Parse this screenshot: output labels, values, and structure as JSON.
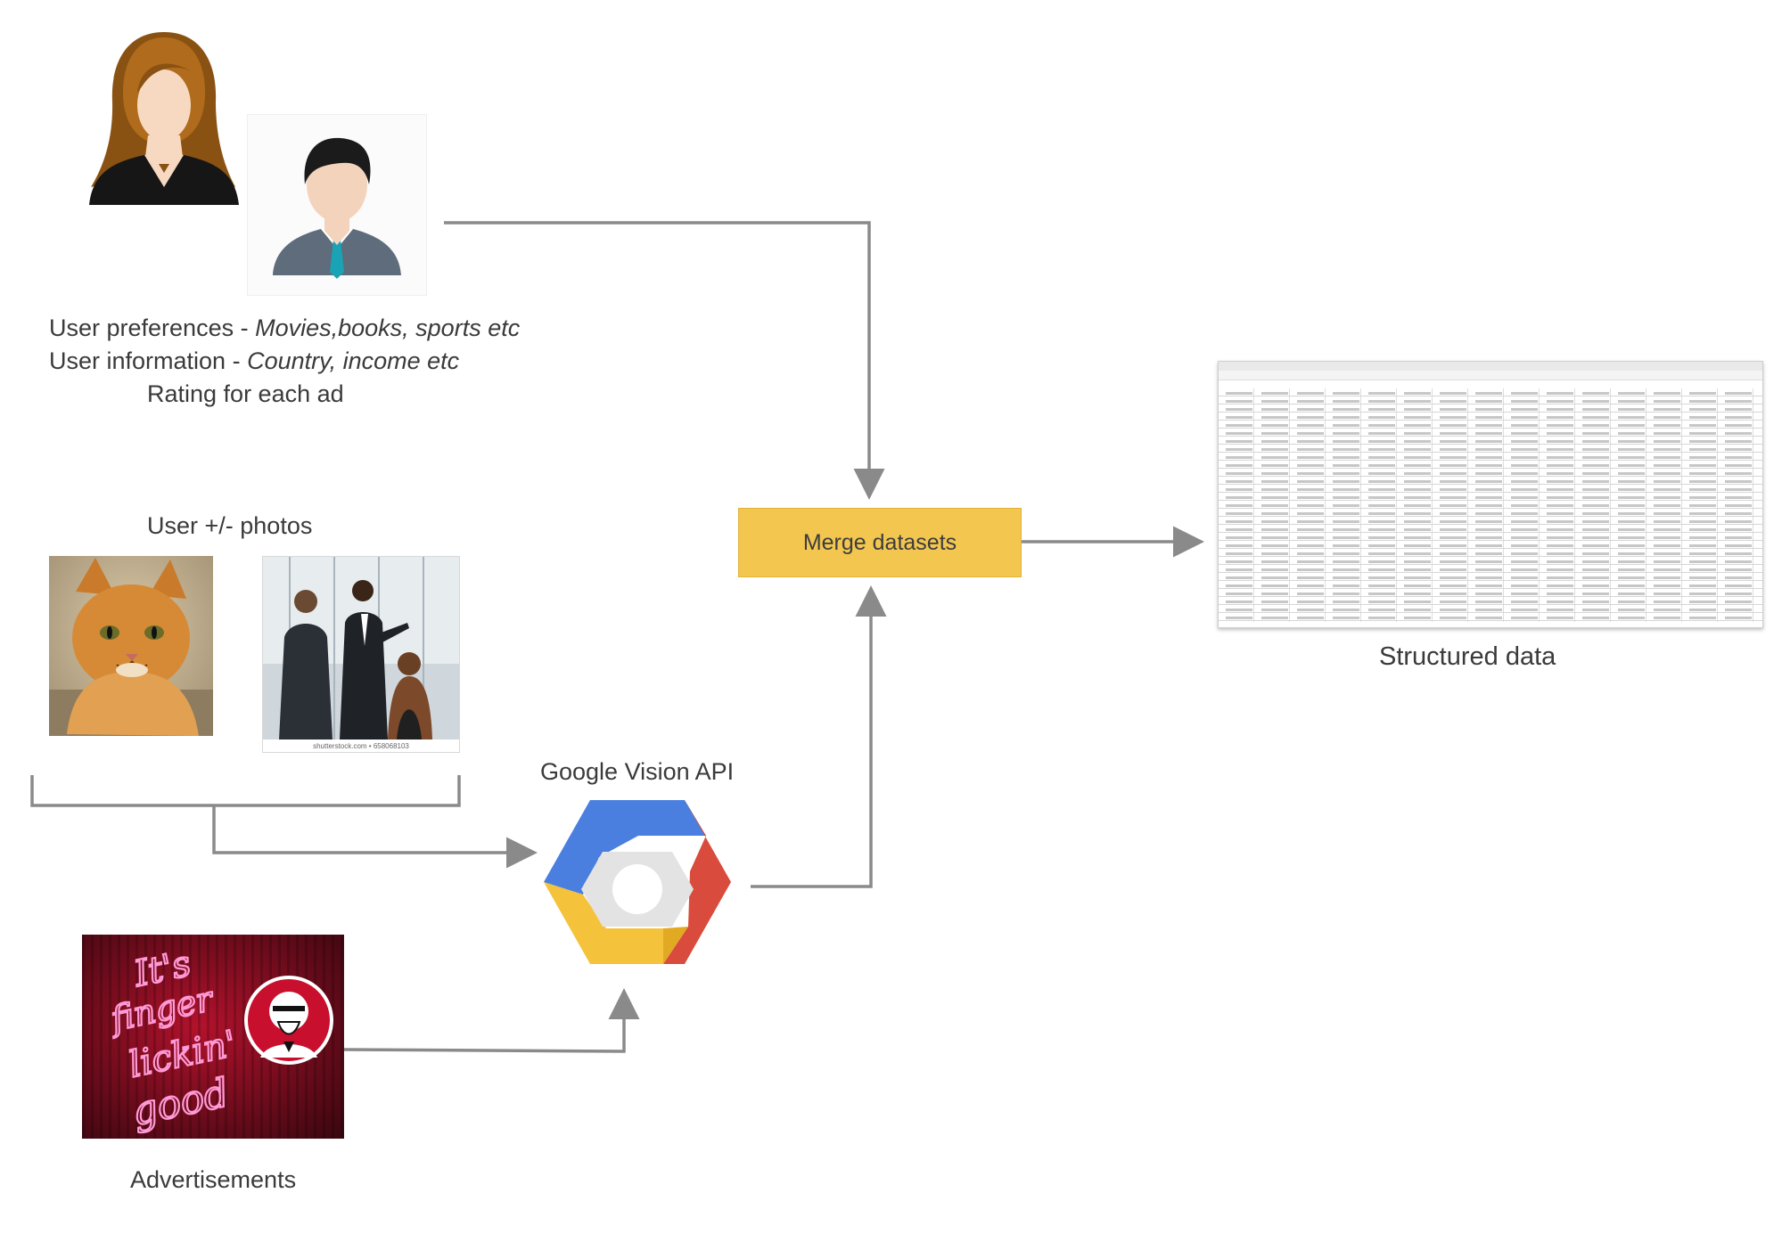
{
  "user_text": {
    "preferences_label": "User preferences - ",
    "preferences_value": "Movies,books, sports etc",
    "information_label": "User information - ",
    "information_value": "Country, income etc",
    "rating": "Rating for each ad"
  },
  "photos": {
    "heading": "User +/- photos",
    "watermark": "shutterstock.com • 658068103"
  },
  "vision": {
    "label": "Google Vision API"
  },
  "merge": {
    "label": "Merge datasets"
  },
  "output": {
    "label": "Structured data"
  },
  "ads": {
    "label": "Advertisements",
    "neon_text": [
      "It's",
      "finger",
      "lickin'",
      "good"
    ]
  },
  "colors": {
    "merge_fill": "#f3c650",
    "arrow": "#8a8a8a",
    "gcp_blue": "#4a7fe0",
    "gcp_red": "#d94b3c",
    "gcp_yellow": "#f4c23b",
    "neon": "#ff9ad6"
  }
}
